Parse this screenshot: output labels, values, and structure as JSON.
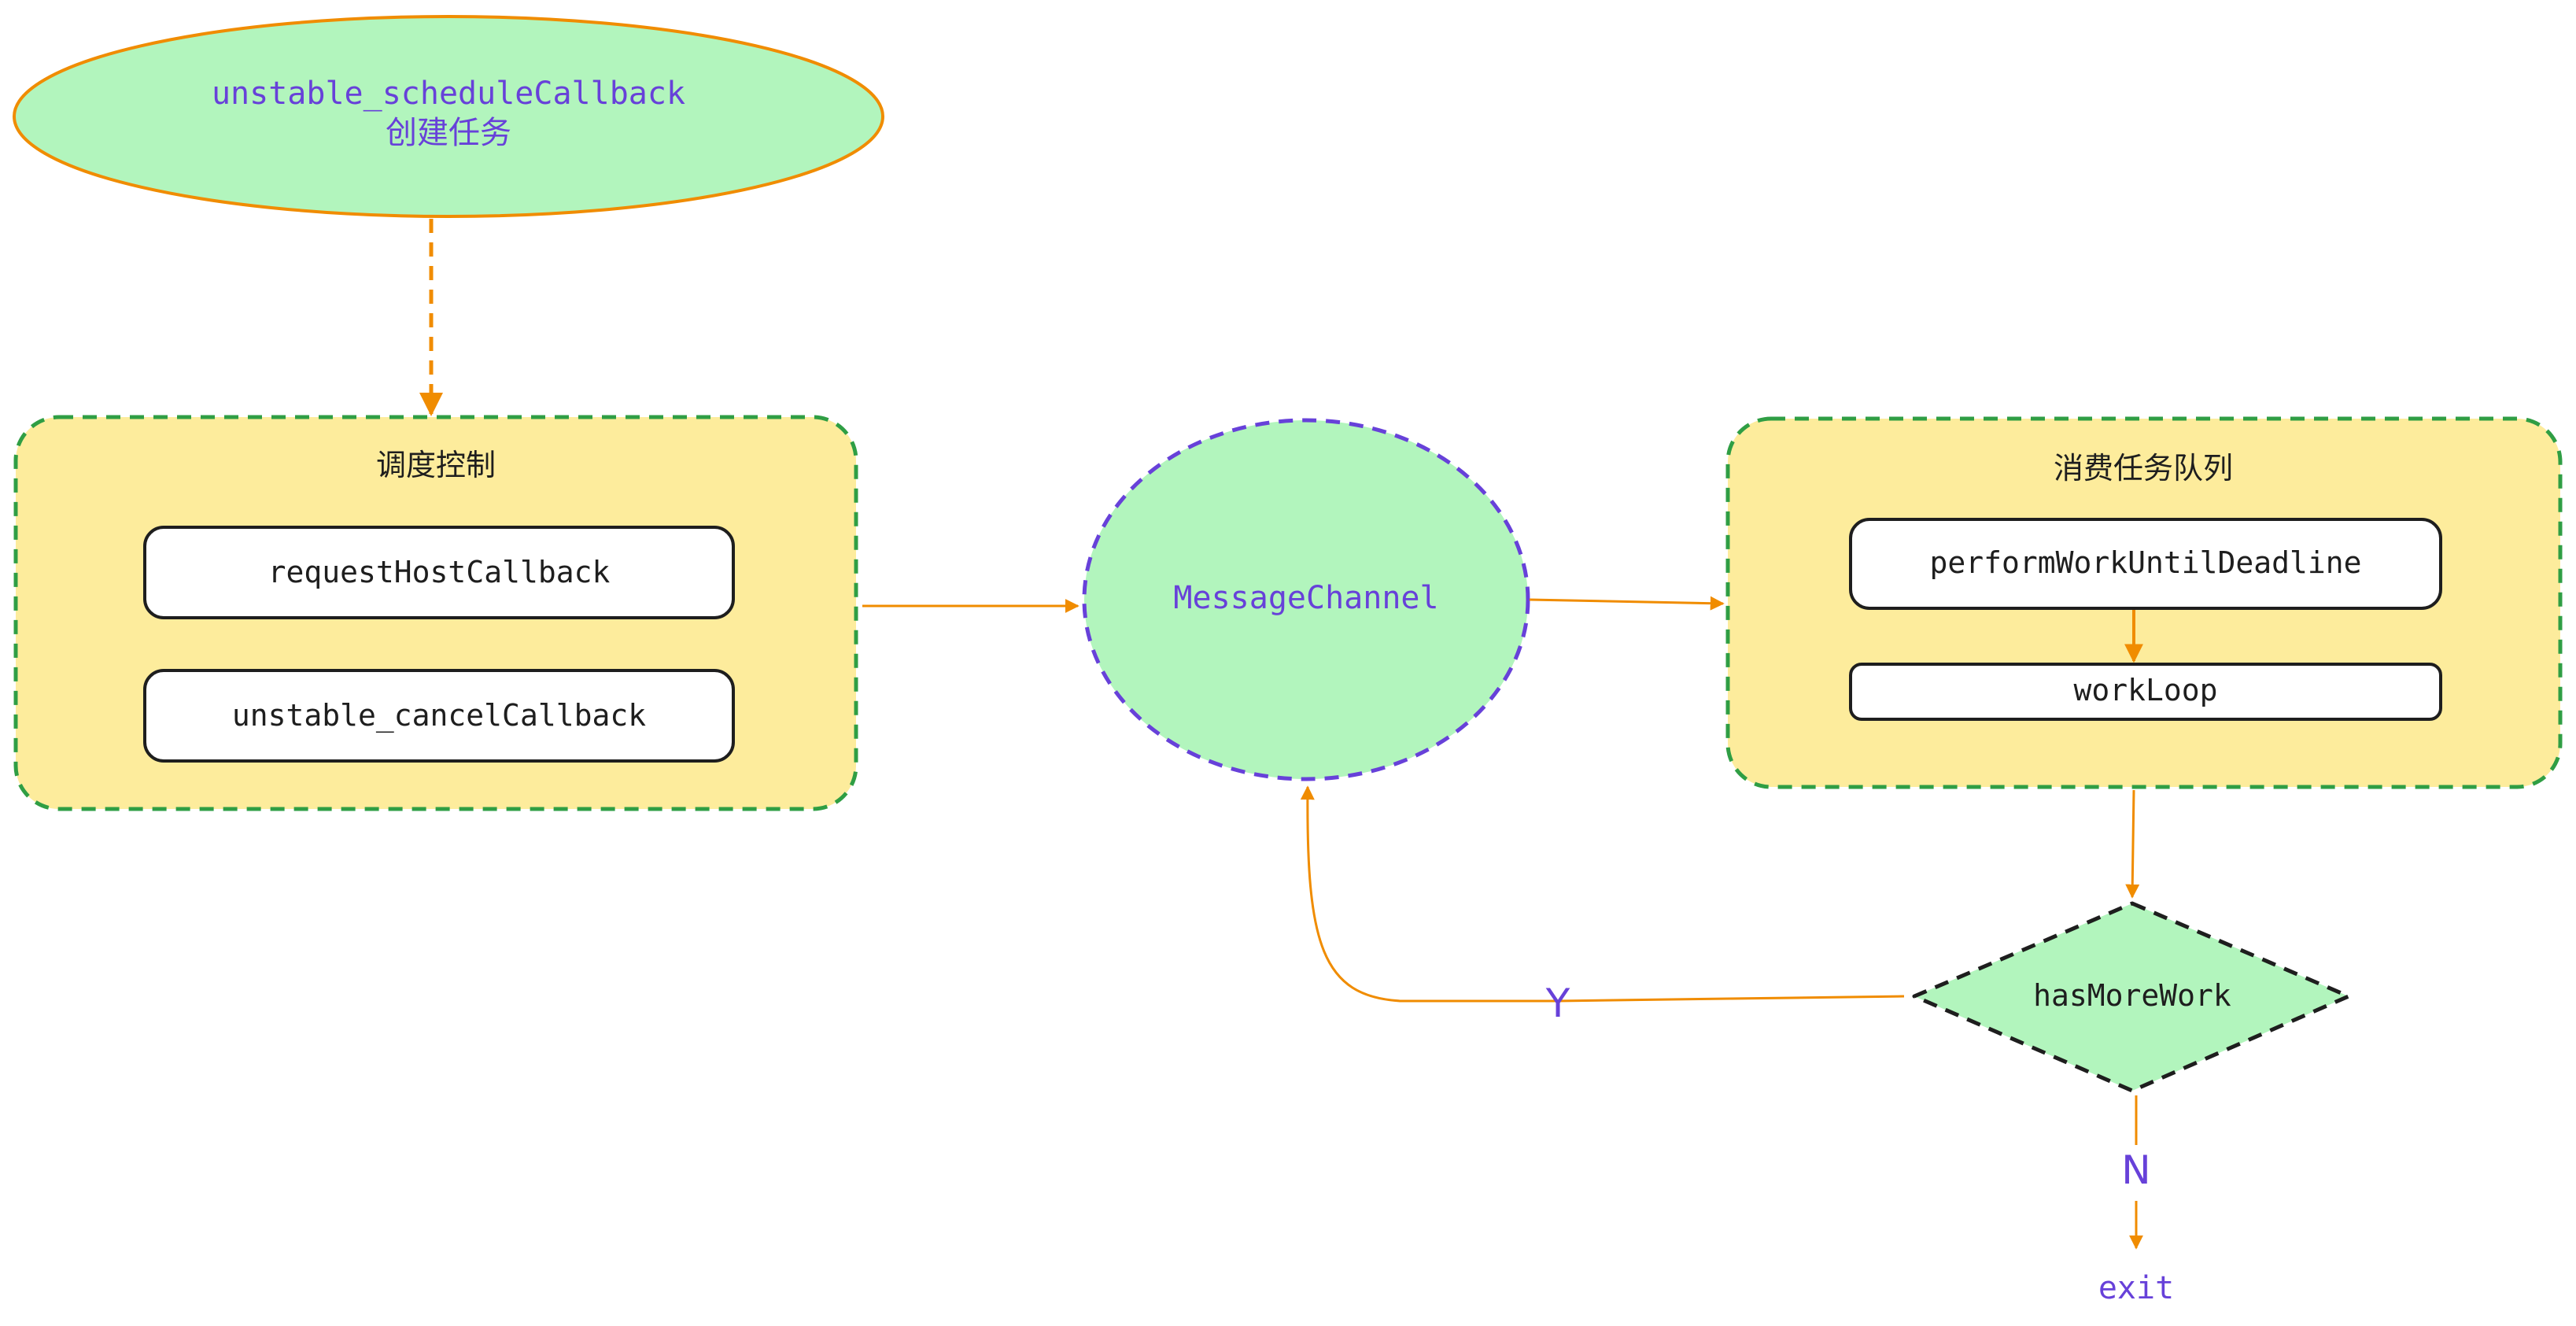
{
  "colors": {
    "green_fill": "#b2f5bd",
    "yellow_fill": "#fdec9c",
    "orange": "#f08c00",
    "green_dash": "#2f9e44",
    "purple": "#6741d9",
    "black": "#1e1e1e",
    "white": "#ffffff"
  },
  "nodes": {
    "start": {
      "line1": "unstable_scheduleCallback",
      "line2": "创建任务"
    },
    "schedule_group": {
      "title": "调度控制",
      "items": [
        "requestHostCallback",
        "unstable_cancelCallback"
      ]
    },
    "message_channel": {
      "label": "MessageChannel"
    },
    "consume_group": {
      "title": "消费任务队列",
      "items": [
        "performWorkUntilDeadline",
        "workLoop"
      ]
    },
    "decision": {
      "label": "hasMoreWork"
    },
    "exit": {
      "label": "exit"
    }
  },
  "edges": {
    "yes_label": "Y",
    "no_label": "N"
  }
}
